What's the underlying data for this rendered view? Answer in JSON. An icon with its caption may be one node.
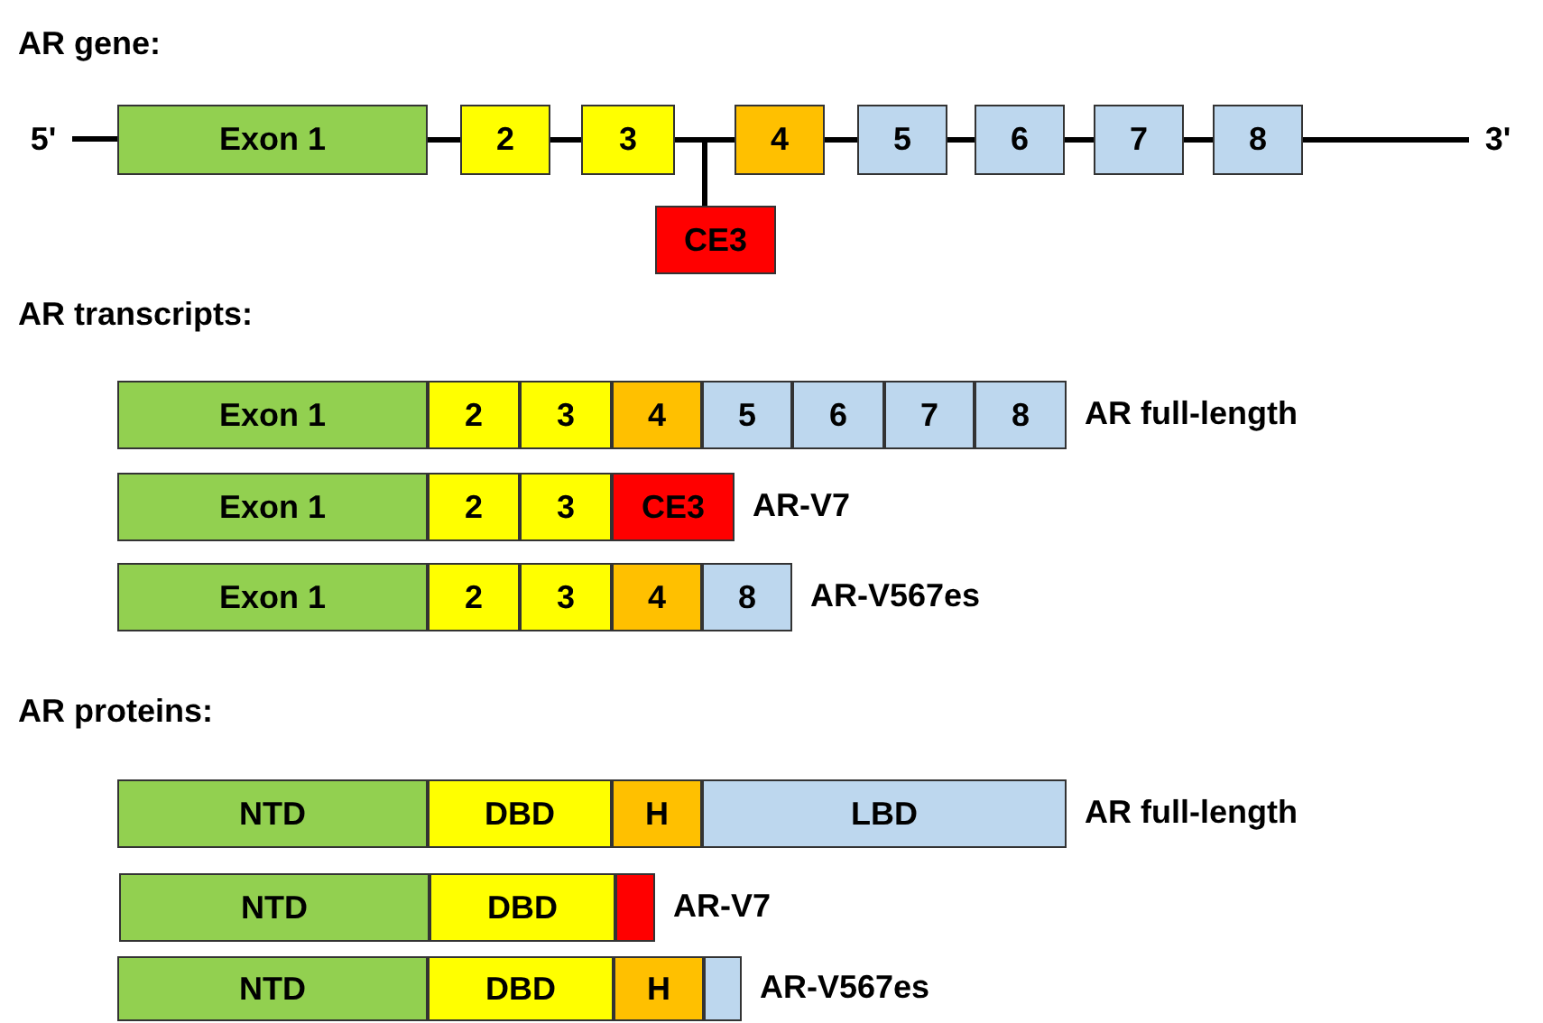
{
  "diagram": {
    "nodes": [
      {
        "text": [
          "5'"
        ]
      },
      {
        "text": [
          "Exon 1"
        ]
      },
      {
        "text": [
          "2"
        ]
      },
      {
        "text": [
          "3"
        ]
      },
      {
        "text": [
          "4"
        ]
      },
      {
        "text": [
          "5"
        ]
      },
      {
        "text": [
          "6"
        ]
      },
      {
        "text": [
          "7"
        ]
      },
      {
        "text": [
          "8"
        ]
      },
      {
        "text": [
          "3'"
        ]
      },
      {
        "text": [
          "CE3"
        ]
      },
      {
        "text": [
          "Exon 1"
        ]
      },
      {
        "text": [
          "2"
        ]
      },
      {
        "text": [
          "3"
        ]
      },
      {
        "text": [
          "4"
        ]
      },
      {
        "text": [
          "5"
        ]
      },
      {
        "text": [
          "6"
        ]
      },
      {
        "text": [
          "7"
        ]
      },
      {
        "text": [
          "8"
        ],
        "beside": [
          "AR full-length"
        ]
      },
      {
        "text": [
          "Exon 1"
        ]
      },
      {
        "text": [
          "2"
        ]
      },
      {
        "text": [
          "3"
        ]
      },
      {
        "text": [
          "CE3"
        ],
        "beside": [
          "AR-V7"
        ]
      },
      {
        "text": [
          "Exon 1"
        ]
      },
      {
        "text": [
          "2"
        ]
      },
      {
        "text": [
          "3"
        ]
      },
      {
        "text": [
          "4"
        ]
      },
      {
        "text": [
          "8"
        ],
        "beside": [
          "AR-V567es"
        ]
      },
      {
        "text": [
          "NTD"
        ]
      },
      {
        "text": [
          "DBD"
        ]
      },
      {
        "text": [
          "H"
        ]
      },
      {
        "text": [
          "LBD"
        ],
        "beside": [
          "AR full-length"
        ]
      },
      {
        "text": [
          "NTD"
        ]
      },
      {
        "text": [
          "DBD"
        ]
      },
      {
        "text": [],
        "shape": "bar",
        "beside": [
          "AR-V7"
        ]
      },
      {
        "text": [
          "NTD"
        ]
      },
      {
        "text": [
          "DBD"
        ]
      },
      {
        "text": [
          "H"
        ]
      },
      {
        "text": [],
        "shape": "bar",
        "beside": [
          "AR-V567es"
        ]
      }
    ],
    "edges": [
      {
        "from": 0,
        "to": 1,
        "arrow": "none"
      },
      {
        "from": 1,
        "to": 2,
        "arrow": "none"
      },
      {
        "from": 2,
        "to": 3,
        "arrow": "none"
      },
      {
        "from": 3,
        "to": 4,
        "arrow": "none"
      },
      {
        "from": 4,
        "to": 5,
        "arrow": "none"
      },
      {
        "from": 5,
        "to": 6,
        "arrow": "none"
      },
      {
        "from": 6,
        "to": 7,
        "arrow": "none"
      },
      {
        "from": 7,
        "to": 8,
        "arrow": "none"
      },
      {
        "from": 8,
        "to": 9,
        "arrow": "none"
      },
      {
        "from": 3,
        "to": 10,
        "arrow": "none"
      }
    ],
    "labels": [
      "AR gene:",
      "AR transcripts:",
      "AR proteins:"
    ]
  }
}
